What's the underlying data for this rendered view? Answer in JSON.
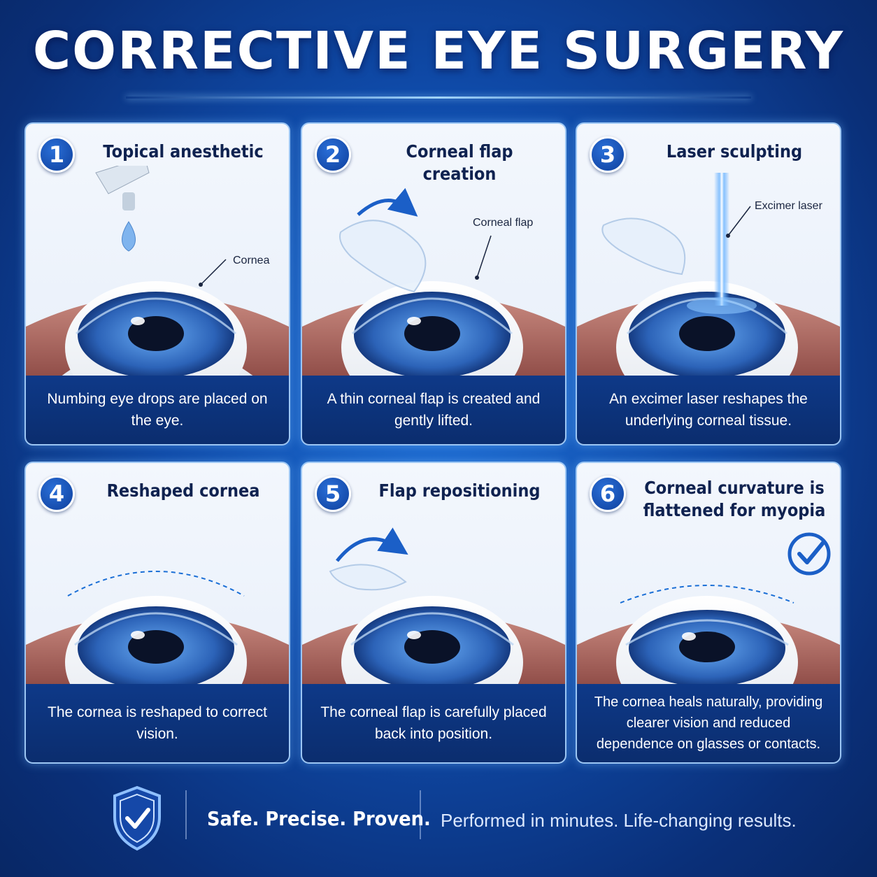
{
  "title": "CORRECTIVE EYE SURGERY",
  "steps": [
    {
      "number": "1",
      "title": "Topical anesthetic",
      "callout": "Cornea",
      "caption": "Numbing eye drops are placed on the eye."
    },
    {
      "number": "2",
      "title": "Corneal flap creation",
      "callout": "Corneal flap",
      "caption": "A thin corneal flap is created and gently lifted."
    },
    {
      "number": "3",
      "title": "Laser sculpting",
      "callout": "Excimer laser",
      "caption": "An excimer laser reshapes the underlying corneal tissue."
    },
    {
      "number": "4",
      "title": "Reshaped cornea",
      "callout": "",
      "caption": "The cornea is reshaped to correct vision."
    },
    {
      "number": "5",
      "title": "Flap repositioning",
      "callout": "",
      "caption": "The corneal flap is carefully placed back into position."
    },
    {
      "number": "6",
      "title": "Corneal curvature is flattened for myopia",
      "callout": "",
      "caption": "The cornea heals naturally, providing clearer vision and reduced dependence on glasses or contacts."
    }
  ],
  "footer": {
    "tagline": "Safe. Precise. Proven.",
    "subtext": "Performed in minutes. Life-changing results.",
    "icon": "shield-check-icon"
  },
  "colors": {
    "accent": "#0e3f9c",
    "caption_bg": "#0b2d6e",
    "iris": "#3f7fd4"
  }
}
